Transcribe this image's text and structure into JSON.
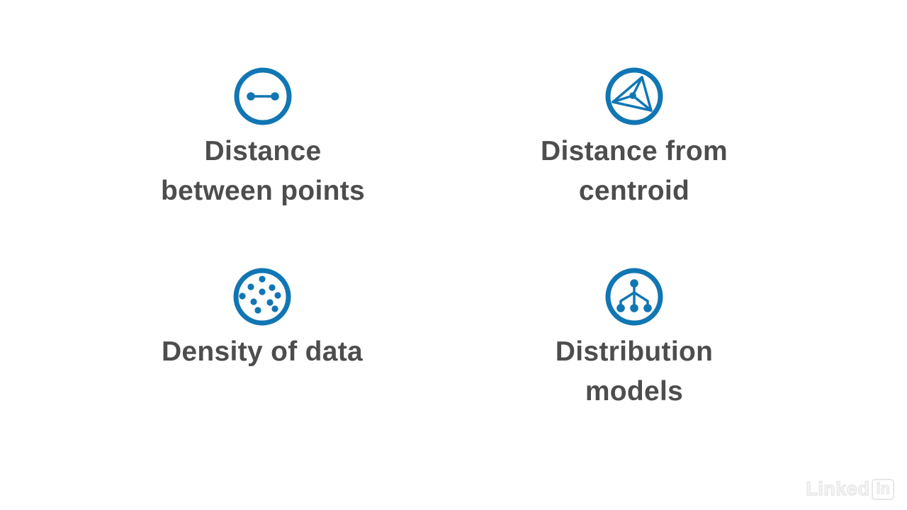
{
  "slide": {
    "background": "#ffffff"
  },
  "colors": {
    "accent_blue": "#1176b4",
    "text_gray": "#4d4d4d",
    "watermark_gray": "#e7e7e7"
  },
  "cards": [
    {
      "name": "distance-between-points",
      "icon": "segment-between-two-points-icon",
      "lines": [
        "Distance",
        "between points"
      ]
    },
    {
      "name": "distance-from-centroid",
      "icon": "triangle-centroid-icon",
      "lines": [
        "Distance from",
        "centroid"
      ]
    },
    {
      "name": "density-of-data",
      "icon": "dot-cluster-icon",
      "lines": [
        "Density of data"
      ]
    },
    {
      "name": "distribution-models",
      "icon": "tree-distribution-icon",
      "lines": [
        "Distribution",
        "models"
      ]
    }
  ],
  "watermark": {
    "text": "Linked",
    "badge": "in"
  }
}
